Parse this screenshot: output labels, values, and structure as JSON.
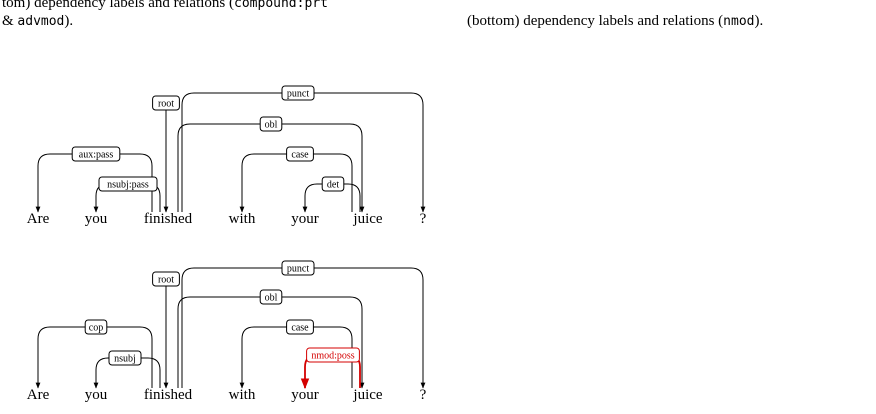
{
  "captions": {
    "left_line1": "tom) dependency labels and relations (",
    "left_line1_code": "compound:prt",
    "left_line2_amp": "& ",
    "left_line2_code": "advmod",
    "left_line2_end": ").",
    "right_line1": "(bottom) dependency labels and relations (",
    "right_line1_code": "nmod",
    "right_line1_end": ")."
  },
  "colors": {
    "default": "#000000",
    "highlight": "#d40000"
  },
  "trees": [
    {
      "id": "top",
      "words": [
        "Are",
        "you",
        "finished",
        "with",
        "your",
        "juice",
        "?"
      ],
      "arcs": [
        {
          "label": "root",
          "head": null,
          "dep": 2,
          "highlight": false
        },
        {
          "label": "punct",
          "head": 2,
          "dep": 6,
          "highlight": false
        },
        {
          "label": "obl",
          "head": 2,
          "dep": 5,
          "highlight": false
        },
        {
          "label": "aux:pass",
          "head": 2,
          "dep": 0,
          "highlight": false
        },
        {
          "label": "nsubj:pass",
          "head": 2,
          "dep": 1,
          "highlight": false
        },
        {
          "label": "case",
          "head": 5,
          "dep": 3,
          "highlight": false
        },
        {
          "label": "det",
          "head": 5,
          "dep": 4,
          "highlight": false
        }
      ]
    },
    {
      "id": "bottom",
      "words": [
        "Are",
        "you",
        "finished",
        "with",
        "your",
        "juice",
        "?"
      ],
      "arcs": [
        {
          "label": "root",
          "head": null,
          "dep": 2,
          "highlight": false
        },
        {
          "label": "punct",
          "head": 2,
          "dep": 6,
          "highlight": false
        },
        {
          "label": "obl",
          "head": 2,
          "dep": 5,
          "highlight": false
        },
        {
          "label": "cop",
          "head": 2,
          "dep": 0,
          "highlight": false
        },
        {
          "label": "nsubj",
          "head": 2,
          "dep": 1,
          "highlight": false
        },
        {
          "label": "case",
          "head": 5,
          "dep": 3,
          "highlight": false
        },
        {
          "label": "nmod:poss",
          "head": 5,
          "dep": 4,
          "highlight": true
        }
      ]
    }
  ]
}
